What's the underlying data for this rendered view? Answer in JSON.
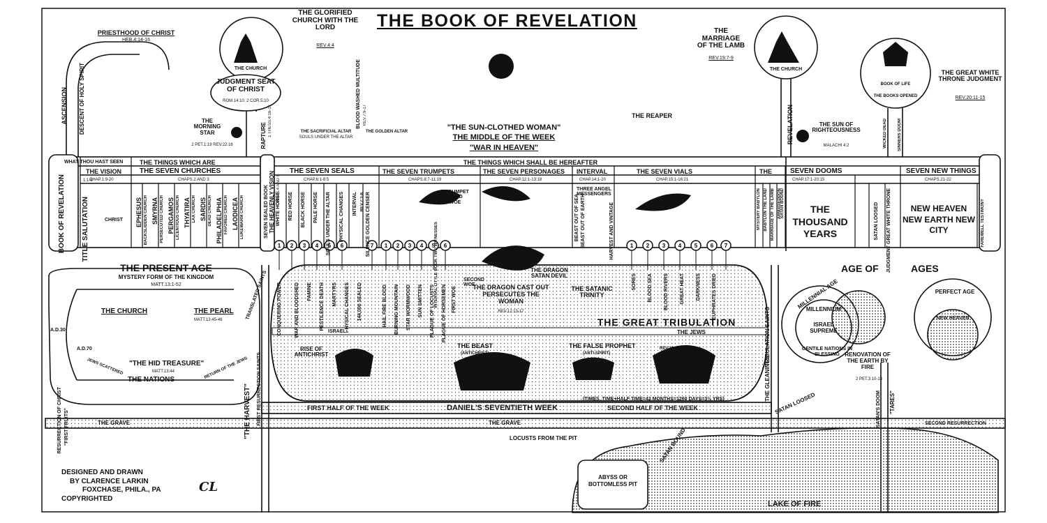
{
  "title": "The Book Of Revelation",
  "header": {
    "priesthood": "Priesthood Of Christ",
    "priesthood_ref": "Heb.4:14-16",
    "ascension": "Ascension",
    "descent_spirit": "Descent Of Holy Spirit",
    "church_label_left": "The Church",
    "glorified_church": "The Glorified Church With The Lord",
    "glorified_ref": "Rev.4:4",
    "judgment_seat": "Judgment Seat Of Christ",
    "judgment_ref": "Rom.14:10. 2 Cor.5:10",
    "morning_star": "The Morning Star",
    "morning_star_ref": "2 Pet.1:19 Rev.22:16",
    "rapture": "Rapture",
    "rapture_ref": "1 Thess.4:16-17",
    "heavenly_vision": "The Heavenly Vision",
    "heavenly_vision_ref": "Chaps.4 and 5",
    "altar_sacrifice": "The Sacrificial Altar",
    "altar_sacrifice_sub": "Souls Under The Altar",
    "golden_altar": "The Golden Altar",
    "blood_washed": "Blood Washed Multitude",
    "blood_washed_ref": "Rev.7:9-17",
    "sun_clothed": "\"The Sun-Clothed Woman\"",
    "middle_week": "The Middle Of The Week",
    "war_heaven": "\"War In Heaven\"",
    "reaper": "The Reaper",
    "marriage_lamb": "The Marriage Of The Lamb",
    "marriage_ref": "Rev.19:7-9",
    "church_label_right": "The Church",
    "revelation_label": "Revelation",
    "sun_of_righteousness": "The Sun Of Righteousness",
    "sun_ref": "Malachi 4:2",
    "great_white_throne": "The Great White Throne Judgment",
    "gwt_ref": "Rev.20:11-15",
    "wicked_dead": "Wicked Dead",
    "sinners_doom": "Sinners Doom",
    "book_of_life": "Book Of Life",
    "books_opened": "The Books Opened"
  },
  "scroll": {
    "what_seen": "What Thou Hast Seen",
    "things_are": "The Things Which Are",
    "hereafter": "The Things Which Shall Be Hereafter",
    "vision": "The Vision",
    "vision_ref": "Chap.1:9-20",
    "churches": "The Seven Churches",
    "churches_ref": "Chaps.2 and 3",
    "seals": "The Seven Seals",
    "seals_ref": "Chap.6:1-8:5",
    "trumpets": "The Seven Trumpets",
    "trumpets_ref": "Chaps.8:7-11:19",
    "personages": "The Seven Personages",
    "personages_ref": "Chap.12:1-13:18",
    "interval": "Interval",
    "interval_ref": "Chap.14:1-20",
    "vials": "The Seven Vials",
    "vials_ref": "Chap.15:1-16:21",
    "the": "The",
    "dooms": "Seven Dooms",
    "dooms_ref": "Chap.17:1-20:15",
    "new_things": "Seven New Things",
    "new_things_ref": "Chaps.21-22",
    "title_salutation": "Title Salutation",
    "title_ref": "1:1-8",
    "christ": "Christ",
    "thousand_years": "The Thousand Years",
    "new_heaven_earth_city": "New Heaven New Earth New City",
    "seven_trumpets_seventh": "7 Trumpet Third Woe",
    "three_angel": "Three Angel Messengers",
    "sealed_book": "Seven Sealed Book",
    "left_roll": "Book Of Revelation",
    "churches_list": [
      {
        "name": "Ephesus",
        "sub": "Backslidden Church"
      },
      {
        "name": "Smyrna",
        "sub": "Persecuted Church"
      },
      {
        "name": "Pergamos",
        "sub": "Licentious Church"
      },
      {
        "name": "Thyatira",
        "sub": "Lax Church"
      },
      {
        "name": "Sardis",
        "sub": "Dead Church"
      },
      {
        "name": "Philadelphia",
        "sub": "Favored Church"
      },
      {
        "name": "Laodicea",
        "sub": "Lukewarm Church"
      }
    ],
    "seals_list": [
      "White Horse",
      "Red Horse",
      "Black Horse",
      "Pale Horse",
      "Souls Under The Altar",
      "Physical Changes",
      "Interval",
      "Silence Golden Censer"
    ],
    "seals_interval_ref": "Rev.7:1-8",
    "trumpet_interval": "Interval Little Book Two Witnesses",
    "personage_cols": [
      "Beast Out Of Sea",
      "Beast Out Of Earth"
    ],
    "interval_col": "Harvest and Vintage",
    "doom_cols": [
      "Mystery Babylon",
      "Babylon The Land",
      "Marriage Of The Lamb",
      "Armageddon",
      "Beast and False Prophet Cast Into Lake Of Fire",
      "Satan Bound"
    ],
    "new_cols_left": [
      "Satan Loosed",
      "Judgment Great White Throne"
    ],
    "farewell": "Farewell Testimony"
  },
  "body": {
    "present_age": "The Present Age",
    "mystery_form": "Mystery Form Of The Kingdom",
    "mystery_ref": "Matt.13:1-52",
    "church_center": "The Church",
    "pearl": "The Pearl",
    "pearl_ref": "Matt.13:45-46",
    "hid_treasure": "\"The Hid Treasure\"",
    "hid_ref": "Matt.13:44",
    "nations": "The Nations",
    "ad30": "A.D.30",
    "ad70": "A.D.70",
    "jews_scattered": "Jews Scattered",
    "return_jews": "Return Of The Jews",
    "translated": "Translated Saints",
    "first_resurrection": "First Resurrection Saints",
    "resurrection_christ": "Resurrection Of Christ",
    "first_fruits": "\"First Fruits\"",
    "harvest": "\"The Harvest\"",
    "seal_results": [
      "Conquering Power",
      "War and Bloodshed",
      "Famine",
      "Pestilence Death",
      "Martyrs",
      "Physical Changes",
      "144,000 Sealed"
    ],
    "trumpet_results": [
      "Hail Fire Blood",
      "Burning Mountain",
      "Star Wormwood",
      "Sun Smitten",
      "Plague Of Locusts",
      "Plague Of Horsemen"
    ],
    "first_woe": "First Woe",
    "second_woe": "Second Woe",
    "vial_results": [
      "Sores",
      "Blood Sea",
      "Blood Rivers",
      "Great Heat",
      "Darkness",
      "Euphrates Dried"
    ],
    "dragon": "The Dragon Cast Out Persecutes The Woman",
    "dragon_ref": "Rev.12:13-17",
    "dragon_devil": "The Dragon Satan Devil",
    "satanic_trinity": "The Satanic Trinity",
    "great_trib": "The Great Tribulation",
    "jews": "The Jews",
    "israel": "Israel",
    "beast": "The Beast",
    "beast_sub": "(Antichrist)",
    "false_prophet": "The False Prophet",
    "false_sub": "(Anti-Spirit)",
    "rise_antichrist": "Rise Of Antichrist",
    "rev19": "Rev.19",
    "times": "(Times, Time+Half Time=42 Months=1260 Days=3½ Yrs)",
    "first_half": "First Half Of The Week",
    "daniels": "Daniel's Seventieth Week",
    "second_half": "Second Half Of The Week",
    "the_grave_left": "The Grave",
    "the_grave_center": "The Grave",
    "second_resurrection": "Second Resurrection",
    "locusts": "Locusts From The Pit",
    "satan_bound": "Satan Bound",
    "satan_loosed": "Satan Loosed",
    "tribulation_saints": "Tribulation Saints",
    "the_gleanings": "The Gleanings",
    "age_of": "Age Of",
    "ages": "Ages",
    "millennial_age": "Millennial Age",
    "millennium": "Millennium",
    "israel_supreme": "Israel Supreme",
    "gentile": "Gentile Nations In Blessing",
    "perfect_age": "Perfect Age",
    "new_heaven": "New Heaven",
    "renovation": "Renovation Of The Earth By Fire",
    "renovation_ref": "2 Pet.3:10-13",
    "satans_doom": "Satan's Doom",
    "tares": "\"Tares\"",
    "abyss": "Abyss Or Bottomless Pit",
    "lake_of_fire": "Lake Of Fire"
  },
  "credit": {
    "line1": "Designed And Drawn",
    "line2": "By Clarence Larkin",
    "line3": "FoxChase, Phila., Pa",
    "line4": "Copyrighted",
    "monogram": "CL"
  },
  "seal_numbers": [
    "1",
    "2",
    "3",
    "4",
    "5",
    "6",
    "7"
  ],
  "trumpet_numbers": [
    "1",
    "2",
    "3",
    "4",
    "5",
    "6"
  ],
  "vial_numbers": [
    "1",
    "2",
    "3",
    "4",
    "5",
    "6",
    "7"
  ],
  "colors": {
    "ink": "#111111",
    "paper": "#ffffff",
    "stipple": "#777777"
  }
}
